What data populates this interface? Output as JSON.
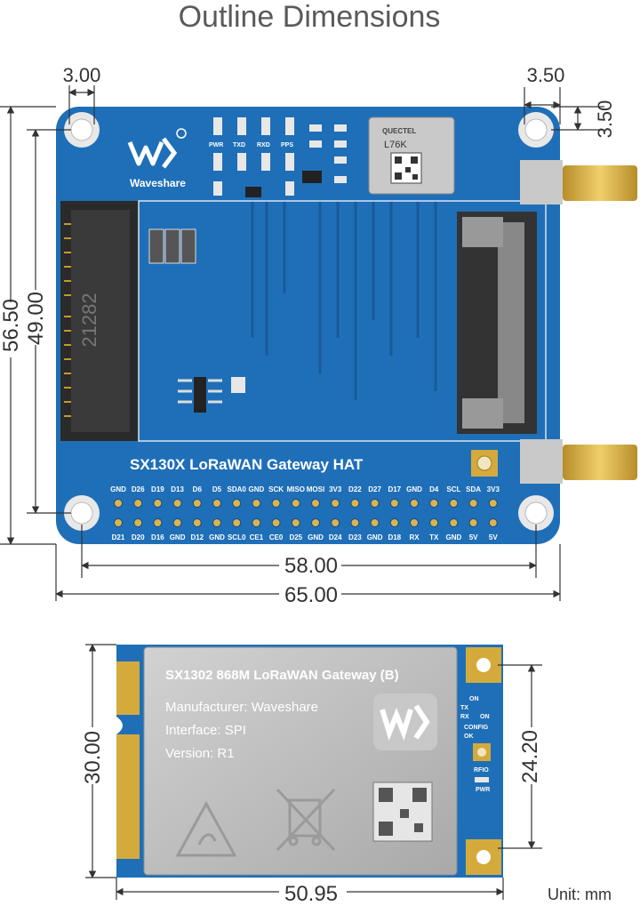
{
  "title": "Outline Dimensions",
  "hat": {
    "brand": "Waveshare",
    "name": "SX130X LoRaWAN Gateway HAT",
    "led_labels": [
      "PWR",
      "TXD",
      "RXD",
      "PPS"
    ],
    "gnss_brand": "QUECTEL",
    "gnss_model": "L76K",
    "slot_number": "21282",
    "pin_top": [
      "GND",
      "D26",
      "D19",
      "D13",
      "D6",
      "D5",
      "SDA0",
      "GND",
      "SCK",
      "MISO",
      "MOSI",
      "3V3",
      "D22",
      "D27",
      "D17",
      "GND",
      "D4",
      "SCL",
      "SDA",
      "3V3"
    ],
    "pin_bottom": [
      "D21",
      "D20",
      "D16",
      "GND",
      "D12",
      "GND",
      "SCL0",
      "CE1",
      "CE0",
      "D25",
      "GND",
      "D24",
      "D23",
      "GND",
      "D18",
      "RX",
      "TX",
      "GND",
      "5V",
      "5V"
    ]
  },
  "dimensions_hat": {
    "hole_offset_left": "3.00",
    "hole_offset_right_h": "3.50",
    "hole_offset_right_v": "3.50",
    "height_total": "56.50",
    "height_holes": "49.00",
    "width_holes": "58.00",
    "width_total": "65.00"
  },
  "module": {
    "title": "SX1302 868M LoRaWAN Gateway (B)",
    "manufacturer": "Manufacturer: Waveshare",
    "interface": "Interface: SPI",
    "version": "Version: R1",
    "status_labels": [
      "ON",
      "TX",
      "RX",
      "ON",
      "CONFIG",
      "OK",
      "RFIO",
      "PWR"
    ]
  },
  "dimensions_module": {
    "height_total": "30.00",
    "height_holes": "24.20",
    "width_total": "50.95"
  },
  "unit": "Unit: mm",
  "colors": {
    "pcb": "#1f6fb8",
    "pcb_dark": "#175a98",
    "gold": "#d4aa3c",
    "shield": "#b9b9b9"
  }
}
